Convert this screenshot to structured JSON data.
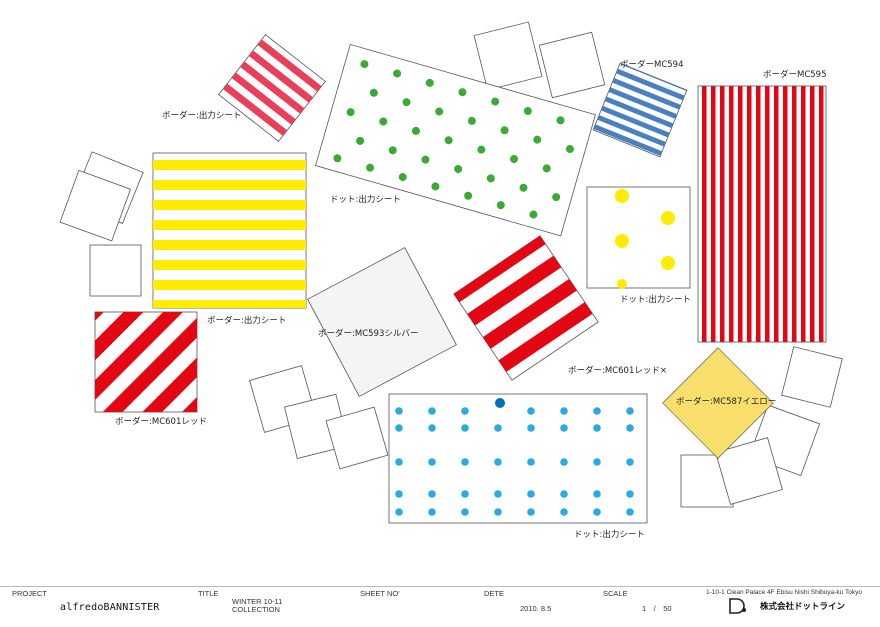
{
  "labels": {
    "border_output_1": "ボーダー:出力シート",
    "dot_output_1": "ドット:出力シート",
    "border_mc594": "ボーダーMC594",
    "border_mc595": "ボーダーMC595",
    "border_output_2": "ボーダー:出力シート",
    "dot_output_2": "ドット:出力シート",
    "border_mc593": "ボーダー:MC593シルバー",
    "border_mc601x": "ボーダー:MC601レッド×",
    "border_mc601": "ボーダー:MC601レッド",
    "border_mc587": "ボーダー:MC587イエロー",
    "dot_output_3": "ドット:出力シート"
  },
  "title_block": {
    "project_label": "PROJECT",
    "project_value": "alfredoBANNISTER",
    "title_label": "TITLE",
    "title_value_1": "WINTER 10-11",
    "title_value_2": "COLLECTION",
    "sheet_label": "SHEET NO'",
    "date_label": "DETE",
    "date_value": "2010. 8.5",
    "scale_label": "SCALE",
    "sheet_value": "1　/　50",
    "address": "1-10-1 Clean Palace 4F Ebisu Nishi Shibuya-ku Tokyo",
    "company": "株式会社ドットライン"
  },
  "colors": {
    "red": "#e30613",
    "pink": "#e8405a",
    "yellow": "#ffec00",
    "blue": "#4a7fc0",
    "green": "#3aaa35",
    "cyan": "#29abe2",
    "light_yellow": "#fbe27a",
    "outline": "#555555"
  }
}
